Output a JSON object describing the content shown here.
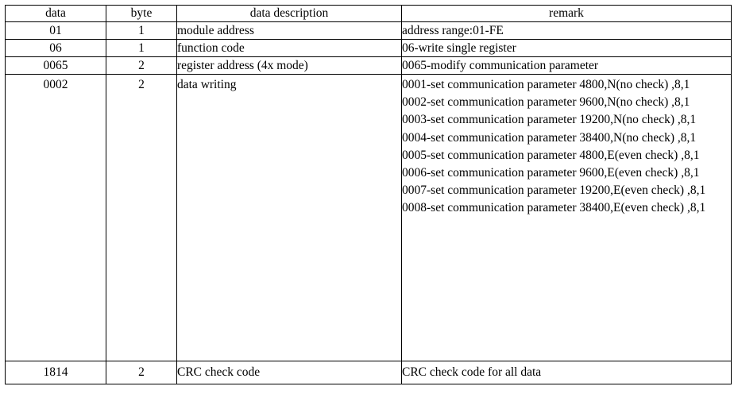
{
  "table": {
    "columns": [
      "data",
      "byte",
      "data description",
      "remark"
    ],
    "rows": [
      {
        "data": "01",
        "byte": "1",
        "description": "module address",
        "remark": "address range:01-FE",
        "remark_lines": []
      },
      {
        "data": "06",
        "byte": "1",
        "description": "function code",
        "remark": "06-write single register",
        "remark_lines": []
      },
      {
        "data": "0065",
        "byte": "2",
        "description": "register address (4x mode)",
        "remark": "0065-modify communication parameter",
        "remark_lines": []
      },
      {
        "data": "0002",
        "byte": "2",
        "description": "data writing",
        "remark": "",
        "remark_lines": [
          "0001-set communication parameter 4800,N(no check) ,8,1",
          "0002-set communication parameter 9600,N(no check) ,8,1",
          "0003-set communication parameter 19200,N(no check) ,8,1",
          "0004-set communication parameter 38400,N(no check) ,8,1",
          "0005-set communication parameter 4800,E(even check) ,8,1",
          "0006-set communication parameter 9600,E(even check) ,8,1",
          "0007-set communication parameter 19200,E(even check) ,8,1",
          "0008-set communication parameter 38400,E(even check) ,8,1"
        ]
      },
      {
        "data": "1814",
        "byte": "2",
        "description": "CRC check code",
        "remark": "CRC check code for all data",
        "remark_lines": []
      }
    ]
  },
  "colors": {
    "border": "#000000",
    "text": "#000000",
    "background": "#ffffff"
  }
}
